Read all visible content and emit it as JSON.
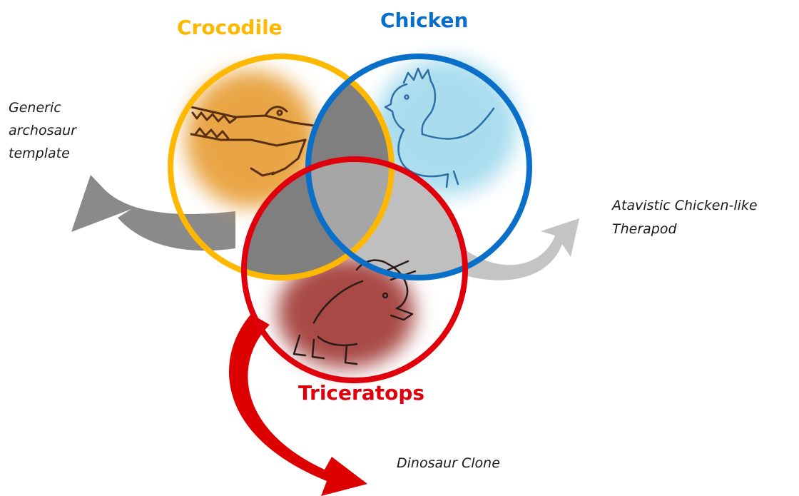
{
  "diagram": {
    "sets": [
      {
        "id": "crocodile",
        "label": "Crocodile",
        "color": "#FFB800",
        "blob_color": "#E9A545",
        "icon": "crocodile-sketch"
      },
      {
        "id": "chicken",
        "label": "Chicken",
        "color": "#0A6FC9",
        "blob_color": "#A9DDEE",
        "icon": "rooster-sketch"
      },
      {
        "id": "triceratops",
        "label": "Triceratops",
        "color": "#E0000B",
        "blob_color": "#A84A45",
        "icon": "triceratops-sketch"
      }
    ],
    "outcomes": [
      {
        "id": "generic",
        "text_lines": [
          "Generic",
          "archosaur",
          "template"
        ],
        "arrow_color": "#8A8A8A"
      },
      {
        "id": "atavistic",
        "text_lines": [
          "Atavistic Chicken-like",
          "Therapod"
        ],
        "arrow_color": "#C4C4C4"
      },
      {
        "id": "clone",
        "text_lines": [
          "Dinosaur Clone"
        ],
        "arrow_color": "#DD0000"
      }
    ],
    "overlap_colors": {
      "croc_chicken": "#7F7F7F",
      "croc_trike": "#7F7F7F",
      "chicken_trike": "#BFBFBF",
      "center": "#A6A6A6"
    }
  }
}
